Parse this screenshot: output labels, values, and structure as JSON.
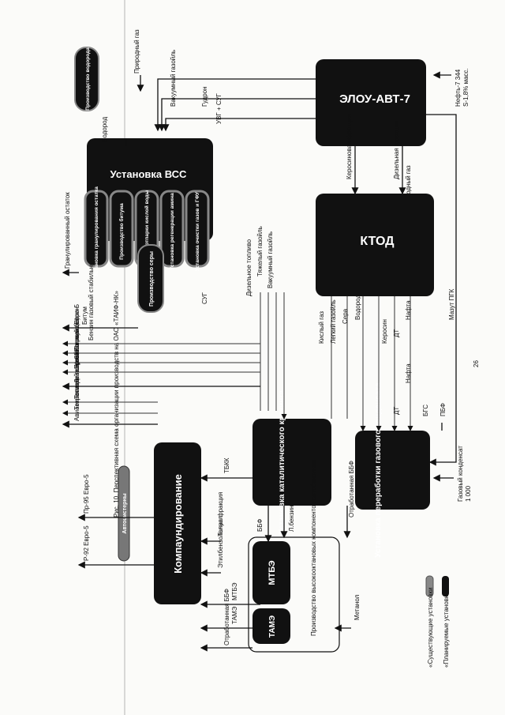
{
  "page_number": "26",
  "caption": "Рис. 10. Перспективная схема организации производств на ОАО «ТАИФ-НК»",
  "legend": {
    "planned": "«Планируемые установки",
    "existing": "«Существующие установки"
  },
  "units": {
    "elou": "ЭЛОУ-АВТ-7",
    "ktod": "КТОД",
    "vss": "Установка ВСС",
    "vss_sub1": "Установка очистки газов и ГФУ",
    "vss_sub2": "Установка регенерации амина",
    "vss_sub3": "Установка отпарки кислой воды",
    "vss_sub4": "Производство битума",
    "vss_sub5": "Установка гранулирования остатка",
    "hydrogen": "Производство водорода",
    "sulfur": "Производство серы",
    "gascond": "Установка переработки газового конденсата",
    "catcrack": "Установка каталитического крекинга",
    "compound": "Компаундирование",
    "hvc": "Производство высокооктановых компонентов автобензинов",
    "mtbe": "МТБЭ",
    "tame": "ТАМЭ",
    "autoroad": "Автоцистерны"
  },
  "inputs": {
    "oil": "Нефть-7 344",
    "oil_s": "S-1,8% масс.",
    "gascondensate": "Газовый конденсат",
    "gascondensate_qty": "1 000",
    "natural_gas": "Природный газ",
    "natural_gas2": "Природный газ",
    "methanol": "Метанол"
  },
  "flows": {
    "vac_gasoil": "Вакуумный газойль",
    "gudron": "Гудрон",
    "uvg_sug": "УВГ + СУГ",
    "kerosene_fr": "Керосиновая фракция",
    "diesel_fr": "Дизельная фракция",
    "hydrogen": "Водород",
    "vss_feed": "Дизельное топливо",
    "mazut": "Мазут ПГК",
    "pbf": "ПБФ",
    "bgs": "БГС",
    "dt": "ДТ",
    "dt2": "ДТ",
    "naphtha": "Нафта",
    "naphtha2": "Нафта",
    "kerosene": "Керосин",
    "vodorod": "Водород",
    "sera": "Сера",
    "light_gasoil": "Легкий газойль",
    "acid_gas": "Кислый газ",
    "vac_gasoil2": "Вакуумный газойль",
    "heavy_gasoil": "Тяжелый газойль",
    "diesel_fuel": "Дизельное топливо",
    "sug": "СУГ",
    "tbkk": "ТБКК",
    "bbf": "ББФ",
    "l_benzin": "Л.бензин",
    "spent_bbf": "Отработанная ББФ",
    "spent_bbf2": "Отработанная ББФ",
    "toluol": "Толуол",
    "ethylbenz": "Этилбензольная фракция",
    "mtbe": "МТБЭ",
    "tame": "ТАМЭ"
  },
  "outputs": {
    "gran": "Гранулированный остаток",
    "bitum": "Битум",
    "benzin_gs": "Бензин газовый стабильный",
    "sera": "Сера",
    "sug": "СУГ",
    "pryam": "Прямогонный бензин",
    "dt_euro5": "Дизельное топливо Евро-5",
    "fuel_gas": "Топлив. газ (собств. нужды)",
    "tech_ker": "Технический керосин",
    "aviaker": "Авиакеросин",
    "pr95": "Пр-95 Евро-5",
    "r92": "Р-92 Евро-5"
  }
}
